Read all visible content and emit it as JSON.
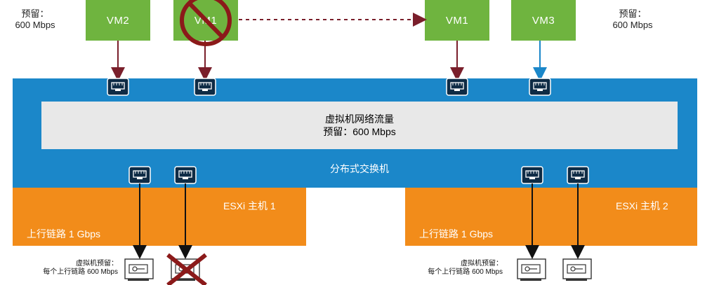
{
  "vms": [
    {
      "id": "vm2",
      "label": "VM2"
    },
    {
      "id": "vm1-old",
      "label": "VM1"
    },
    {
      "id": "vm1-new",
      "label": "VM1"
    },
    {
      "id": "vm3",
      "label": "VM3"
    }
  ],
  "left_reservation": {
    "line1": "预留：",
    "line2": "600 Mbps"
  },
  "right_reservation": {
    "line1": "预留：",
    "line2": "600 Mbps"
  },
  "traffic": {
    "title": "虚拟机网络流量",
    "reservation": "预留：600 Mbps"
  },
  "switch": {
    "label": "分布式交换机"
  },
  "hosts": [
    {
      "title": "ESXi 主机 1",
      "uplink": "上行链路 1 Gbps",
      "note_line1": "虚拟机预留：",
      "note_line2": "每个上行链路 600 Mbps"
    },
    {
      "title": "ESXi 主机 2",
      "uplink": "上行链路 1 Gbps",
      "note_line1": "虚拟机预留：",
      "note_line2": "每个上行链路 600 Mbps"
    }
  ],
  "colors": {
    "vm_green": "#6fb43f",
    "switch_blue": "#1b87c9",
    "host_orange": "#f28c1a",
    "traffic_gray": "#e8e8e8",
    "arrow_maroon": "#7a1f2b",
    "arrow_blue": "#1b87c9",
    "port_navy": "#0e2b45",
    "prohibit_red": "#8b1a1a"
  }
}
